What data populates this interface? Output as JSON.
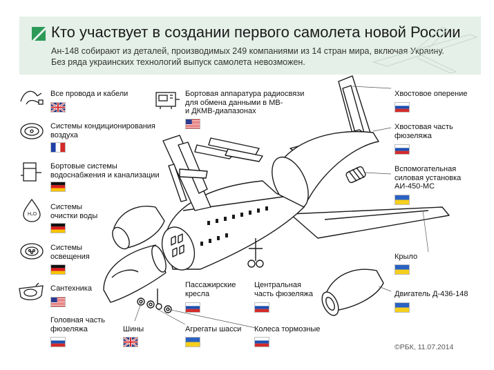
{
  "header": {
    "title": "Кто участвует в создании первого самолета новой России",
    "subtitle_line1": "Ан-148 собирают из деталей, производимых 249 компаниями из 14 стран мира, включая Украину.",
    "subtitle_line2": "Без ряда украинских технологий выпуск самолета невозможен."
  },
  "left_components": [
    {
      "label": "Все провода и кабели",
      "country": "uk",
      "icon": "cable-icon"
    },
    {
      "label_line1": "Системы кондиционирования",
      "label_line2": "воздуха",
      "country": "france",
      "icon": "ventilation-icon"
    },
    {
      "label_line1": "Бортовые системы",
      "label_line2": "водоснабжения и канализации",
      "country": "germany",
      "icon": "water-system-icon"
    },
    {
      "label_line1": "Системы",
      "label_line2": "очистки воды",
      "country": "germany",
      "icon": "water-drop-icon"
    },
    {
      "label_line1": "Системы",
      "label_line2": "освещения",
      "country": "germany",
      "icon": "lamp-icon"
    },
    {
      "label": "Сантехника",
      "country": "usa",
      "icon": "sink-icon"
    }
  ],
  "avionics": {
    "label_line1": "Бортовая аппаратура радиосвязи",
    "label_line2": "для обмена данными в МВ-",
    "label_line3": "и ДКМВ-диапазонах",
    "country": "usa",
    "icon": "radio-icon"
  },
  "right_components": [
    {
      "label": "Хвостовое оперение",
      "country": "russia"
    },
    {
      "label_line1": "Хвостовая часть",
      "label_line2": "фюзеляжа",
      "country": "russia"
    },
    {
      "label_line1": "Вспомогательная",
      "label_line2": "силовая установка",
      "label_line3": "АИ-450-МС",
      "country": "ukraine"
    },
    {
      "label": "Крыло",
      "country": "ukraine"
    },
    {
      "label": "Двигатель Д-436-148",
      "country": "ukraine"
    }
  ],
  "bottom_components": [
    {
      "label_line1": "Головная часть",
      "label_line2": "фюзеляжа",
      "country": "russia"
    },
    {
      "label": "Шины",
      "country": "uk"
    },
    {
      "label_line1": "Пассажирские",
      "label_line2": "кресла",
      "country": "russia"
    },
    {
      "label": "Агрегаты шасси",
      "country": "ukraine"
    },
    {
      "label_line1": "Центральная",
      "label_line2": "часть фюзеляжа",
      "country": "russia"
    },
    {
      "label": "Колеса тормозные",
      "country": "russia"
    }
  ],
  "credit": "©РБК, 11.07.2014",
  "colors": {
    "header_bg": "#e4f0e8",
    "logo_green": "#2d9a5a",
    "russia_blue": "#1d4fb0",
    "russia_red": "#d42a2a",
    "ukraine_blue": "#2a62c4",
    "ukraine_yellow": "#f6cf1e",
    "germany_red": "#dd1c1c",
    "germany_gold": "#f7c400",
    "france_blue": "#1f3fa8",
    "usa_blue": "#2b3b8f",
    "uk_blue": "#1b2f7a"
  }
}
